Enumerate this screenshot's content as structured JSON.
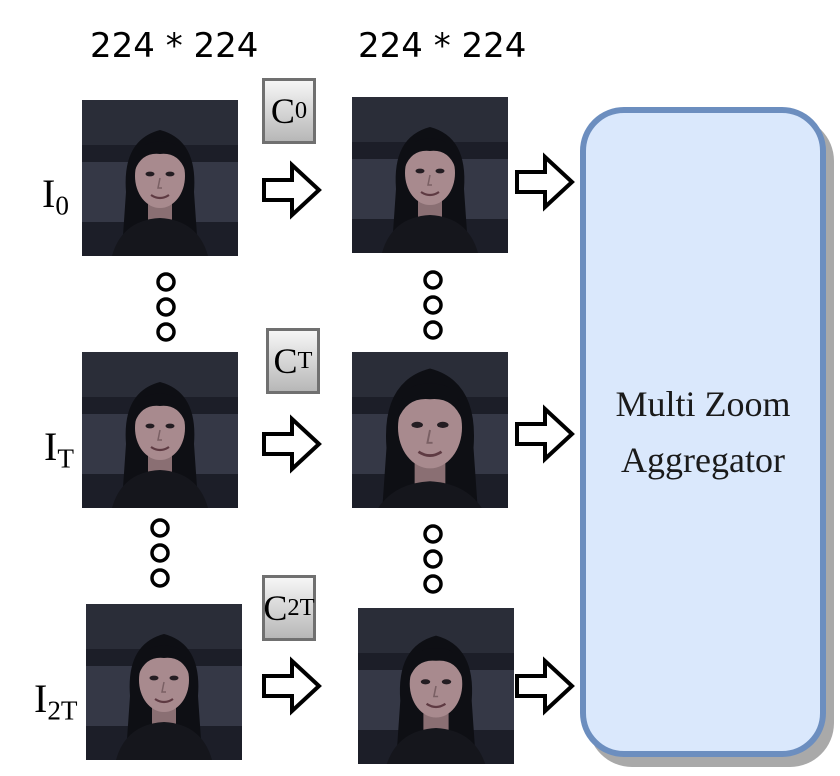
{
  "columns": {
    "input_size": "224 * 224",
    "output_size": "224 * 224"
  },
  "frames": [
    {
      "base": "I",
      "sub": "0",
      "crop_base": "C",
      "crop_sub": "0"
    },
    {
      "base": "I",
      "sub": "T",
      "crop_base": "C",
      "crop_sub": "T"
    },
    {
      "base": "I",
      "sub": "2T",
      "crop_base": "C",
      "crop_sub": "2T"
    }
  ],
  "aggregator": {
    "line1": "Multi Zoom",
    "line2": "Aggregator"
  },
  "colors": {
    "aggregator_fill": "#dae8fc",
    "aggregator_border": "#6c8ebf",
    "crop_box_border": "#707070"
  },
  "icons": {
    "arrow": "hollow-right-arrow-icon",
    "ellipsis": "vertical-ellipsis-icon",
    "face": "face-photo"
  }
}
